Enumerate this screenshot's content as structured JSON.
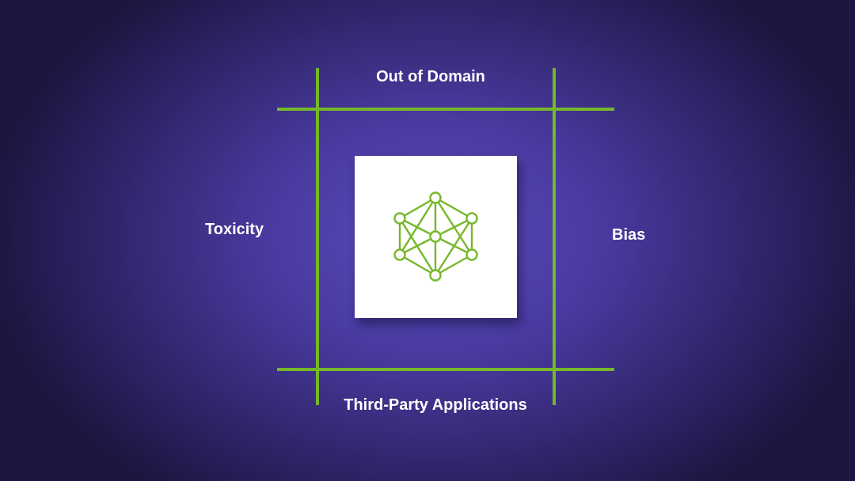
{
  "diagram": {
    "labels": {
      "top": "Out of Domain",
      "bottom": "Third-Party Applications",
      "left": "Toxicity",
      "right": "Bias"
    },
    "center": {
      "icon": "neural-network-icon"
    }
  },
  "colors": {
    "accent": "#76b82a",
    "background_center": "#5a4cbd",
    "background_edge": "#1c1640",
    "card": "#ffffff",
    "text": "#ffffff"
  }
}
